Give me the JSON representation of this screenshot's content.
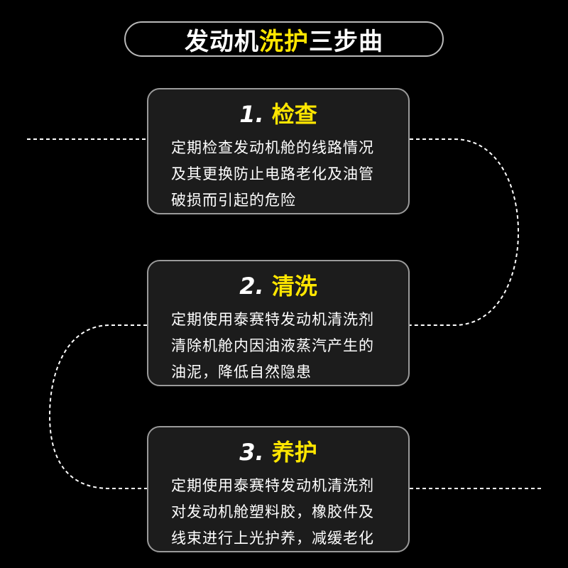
{
  "title": {
    "prefix": "发动机",
    "highlight": "洗护",
    "suffix": "三步曲"
  },
  "steps": [
    {
      "number": "1.",
      "name": "检查",
      "lines": [
        "定期检查发动机舱的线路情况",
        "及其更换防止电路老化及油管",
        "破损而引起的危险"
      ]
    },
    {
      "number": "2.",
      "name": "清洗",
      "lines": [
        "定期使用泰赛特发动机清洗剂",
        "清除机舱内因油液蒸汽产生的",
        "油泥，降低自然隐患"
      ]
    },
    {
      "number": "3.",
      "name": "养护",
      "lines": [
        "定期使用泰赛特发动机清洗剂",
        "对发动机舱塑料胶，橡胶件及",
        "线束进行上光护养，减缓老化"
      ]
    }
  ],
  "colors": {
    "background": "#000000",
    "accent": "#ffe600",
    "card": "#1c1c1c",
    "border": "#9a9a9a",
    "connector": "#ffffff"
  }
}
